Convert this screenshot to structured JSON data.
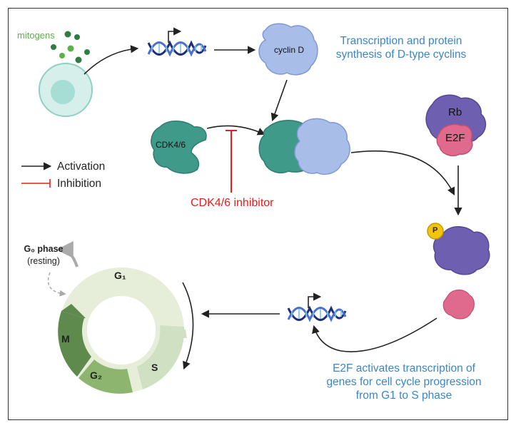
{
  "labels": {
    "mitogens": "mitogens",
    "cyclin_d": "cyclin D",
    "cyclin_text_line1": "Transcription and protein",
    "cyclin_text_line2": "synthesis of D-type cyclins",
    "cdk46": "CDK4/6",
    "rb": "Rb",
    "e2f": "E2F",
    "phospho": "P",
    "inhibitor": "CDK4/6 inhibitor",
    "e2f_text_line1": "E2F activates transcription of",
    "e2f_text_line2": "genes for cell cycle progression",
    "e2f_text_line3": "from G1 to S phase",
    "g0_phase": "G₀ phase",
    "g0_resting": "(resting)"
  },
  "legend": {
    "activation": "Activation",
    "inhibition": "Inhibition"
  },
  "cycle": {
    "g1": "G₁",
    "s": "S",
    "g2": "G₂",
    "m": "M"
  },
  "colors": {
    "text_blue": "#3b86c6",
    "inhibitor_red": "#e0201b",
    "mitogen_green": "#5cb14a",
    "cdk_teal": "#3f9a8a",
    "cyclin_blue": "#a9bde9",
    "rb_purple": "#6f5fb0",
    "e2f_pink": "#e06a8e",
    "phospho_yellow": "#f2c40f",
    "g1_light": "#e6eed9",
    "s_mid": "#cfe0c3",
    "g2_green": "#8db56f",
    "m_dark": "#5e8a4e"
  }
}
